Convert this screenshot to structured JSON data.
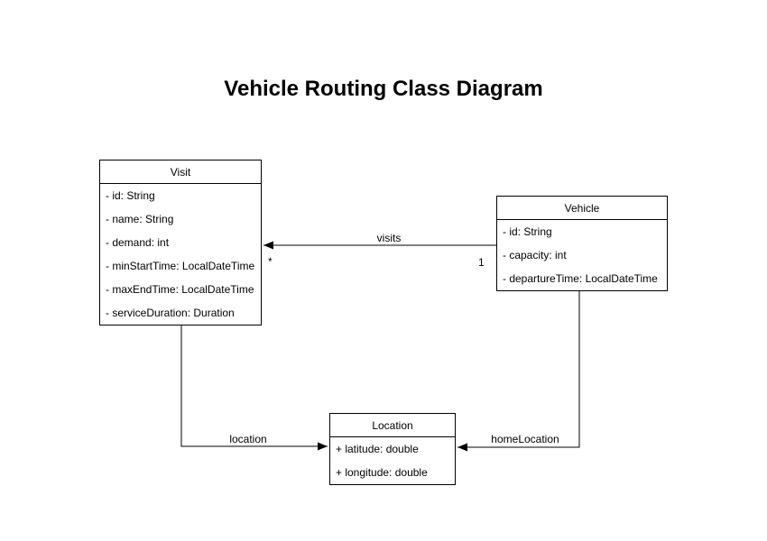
{
  "title": "Vehicle Routing Class Diagram",
  "classes": [
    {
      "name": "Visit",
      "attributes": [
        "- id: String",
        "- name: String",
        "- demand: int",
        "- minStartTime: LocalDateTime",
        "- maxEndTime: LocalDateTime",
        "- serviceDuration: Duration"
      ]
    },
    {
      "name": "Vehicle",
      "attributes": [
        "- id: String",
        "- capacity: int",
        "- departureTime: LocalDateTime"
      ]
    },
    {
      "name": "Location",
      "attributes": [
        "+ latitude: double",
        "+ longitude: double"
      ]
    }
  ],
  "associations": [
    {
      "label": "visits",
      "from": "Vehicle",
      "to": "Visit",
      "source_multiplicity": "1",
      "target_multiplicity": "*"
    },
    {
      "label": "location",
      "from": "Visit",
      "to": "Location"
    },
    {
      "label": "homeLocation",
      "from": "Vehicle",
      "to": "Location"
    }
  ],
  "colors": {
    "background": "#ffffff",
    "line": "#000000",
    "box_border": "#000000",
    "box_fill": "#ffffff",
    "text": "#000000"
  }
}
